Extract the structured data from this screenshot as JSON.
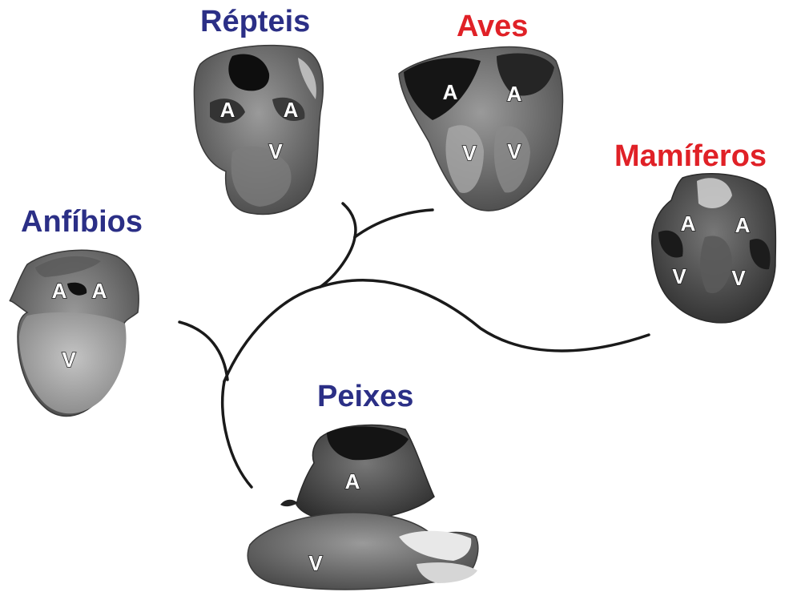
{
  "colors": {
    "blue_label": "#2b2f86",
    "red_label": "#e02127",
    "tree_stroke": "#1a1a1a"
  },
  "groups": {
    "repteis": {
      "name": "Répteis",
      "atrium": "A",
      "ventricle": "V"
    },
    "aves": {
      "name": "Aves",
      "atrium": "A",
      "ventricle": "V"
    },
    "mamiferos": {
      "name": "Mamíferos",
      "atrium": "A",
      "ventricle": "V"
    },
    "anfibios": {
      "name": "Anfíbios",
      "atrium": "A",
      "ventricle": "V"
    },
    "peixes": {
      "name": "Peixes",
      "atrium": "A",
      "ventricle": "V"
    }
  }
}
